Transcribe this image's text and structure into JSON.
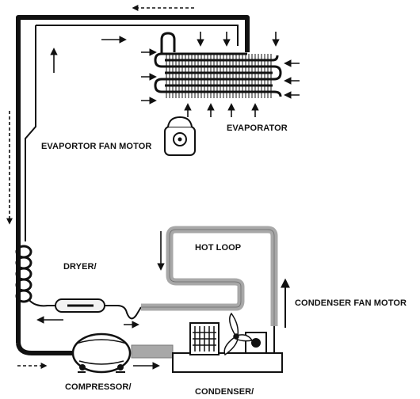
{
  "diagram": {
    "labels": {
      "evaporator": "EVAPORATOR",
      "evaporator_fan_motor": "EVAPORTOR FAN MOTOR",
      "dryer": "DRYER/",
      "hot_loop": "HOT LOOP",
      "condenser_fan_motor": "CONDENSER FAN MOTOR",
      "compressor": "COMPRESSOR/",
      "condenser": "CONDENSER/"
    },
    "colors": {
      "pipe": "#111111",
      "hot_loop": "#a8a8a8",
      "ink": "#111111",
      "background": "#ffffff"
    },
    "icons": {
      "arrows": "flow-arrow-icon",
      "fan": "fan-icon",
      "motor": "motor-icon"
    }
  }
}
